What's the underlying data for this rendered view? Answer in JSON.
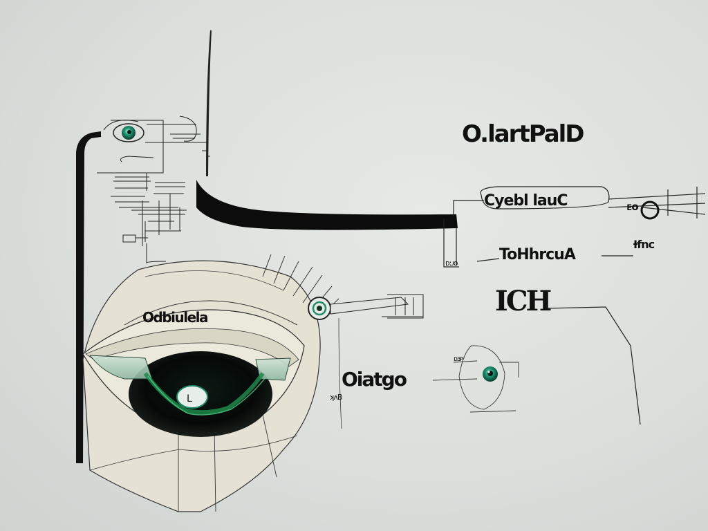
{
  "figure": {
    "description": "Hand-drawn sketch of a mechanical/robotic eye with schematic leader lines and pseudo-text labels",
    "background_color": "#dfe2df",
    "ink_color": "#111111",
    "accent_color": "#1f8a6a"
  },
  "labels": {
    "title": "O.lartPalD",
    "callout_top": "Cyebl lauC",
    "callout_top_right": "ᴇᴏ",
    "callout_mid": "ToHhrcuA",
    "callout_mid_right": "Ɨfnc",
    "callout_mid_left_small": "ᴅ:ᴊᴏ",
    "callout_large": "ICH",
    "callout_bottom": "Oiatgo",
    "eye_label": "Odbiulela",
    "pupil_mark": "L",
    "small_note_bottom": "ʞᴧB",
    "small_note_right_eye": "ᴅɜᴘ"
  },
  "components": [
    {
      "name": "main-eye",
      "description": "large mechanical eye with dark iris and green-tinted lens"
    },
    {
      "name": "small-eye-top-left",
      "description": "small green eye at top of circuit schematic"
    },
    {
      "name": "side-sensor",
      "description": "ring sensor on right of large eye"
    },
    {
      "name": "small-eye-right",
      "description": "small teal eye to right of Oiatgo label"
    },
    {
      "name": "circuit-schematic",
      "description": "dense schematic lines in upper left"
    },
    {
      "name": "vertical-bar-left",
      "description": "thick black vertical bar on left edge"
    },
    {
      "name": "horizontal-arm",
      "description": "thick black tapering arm extending right"
    }
  ]
}
